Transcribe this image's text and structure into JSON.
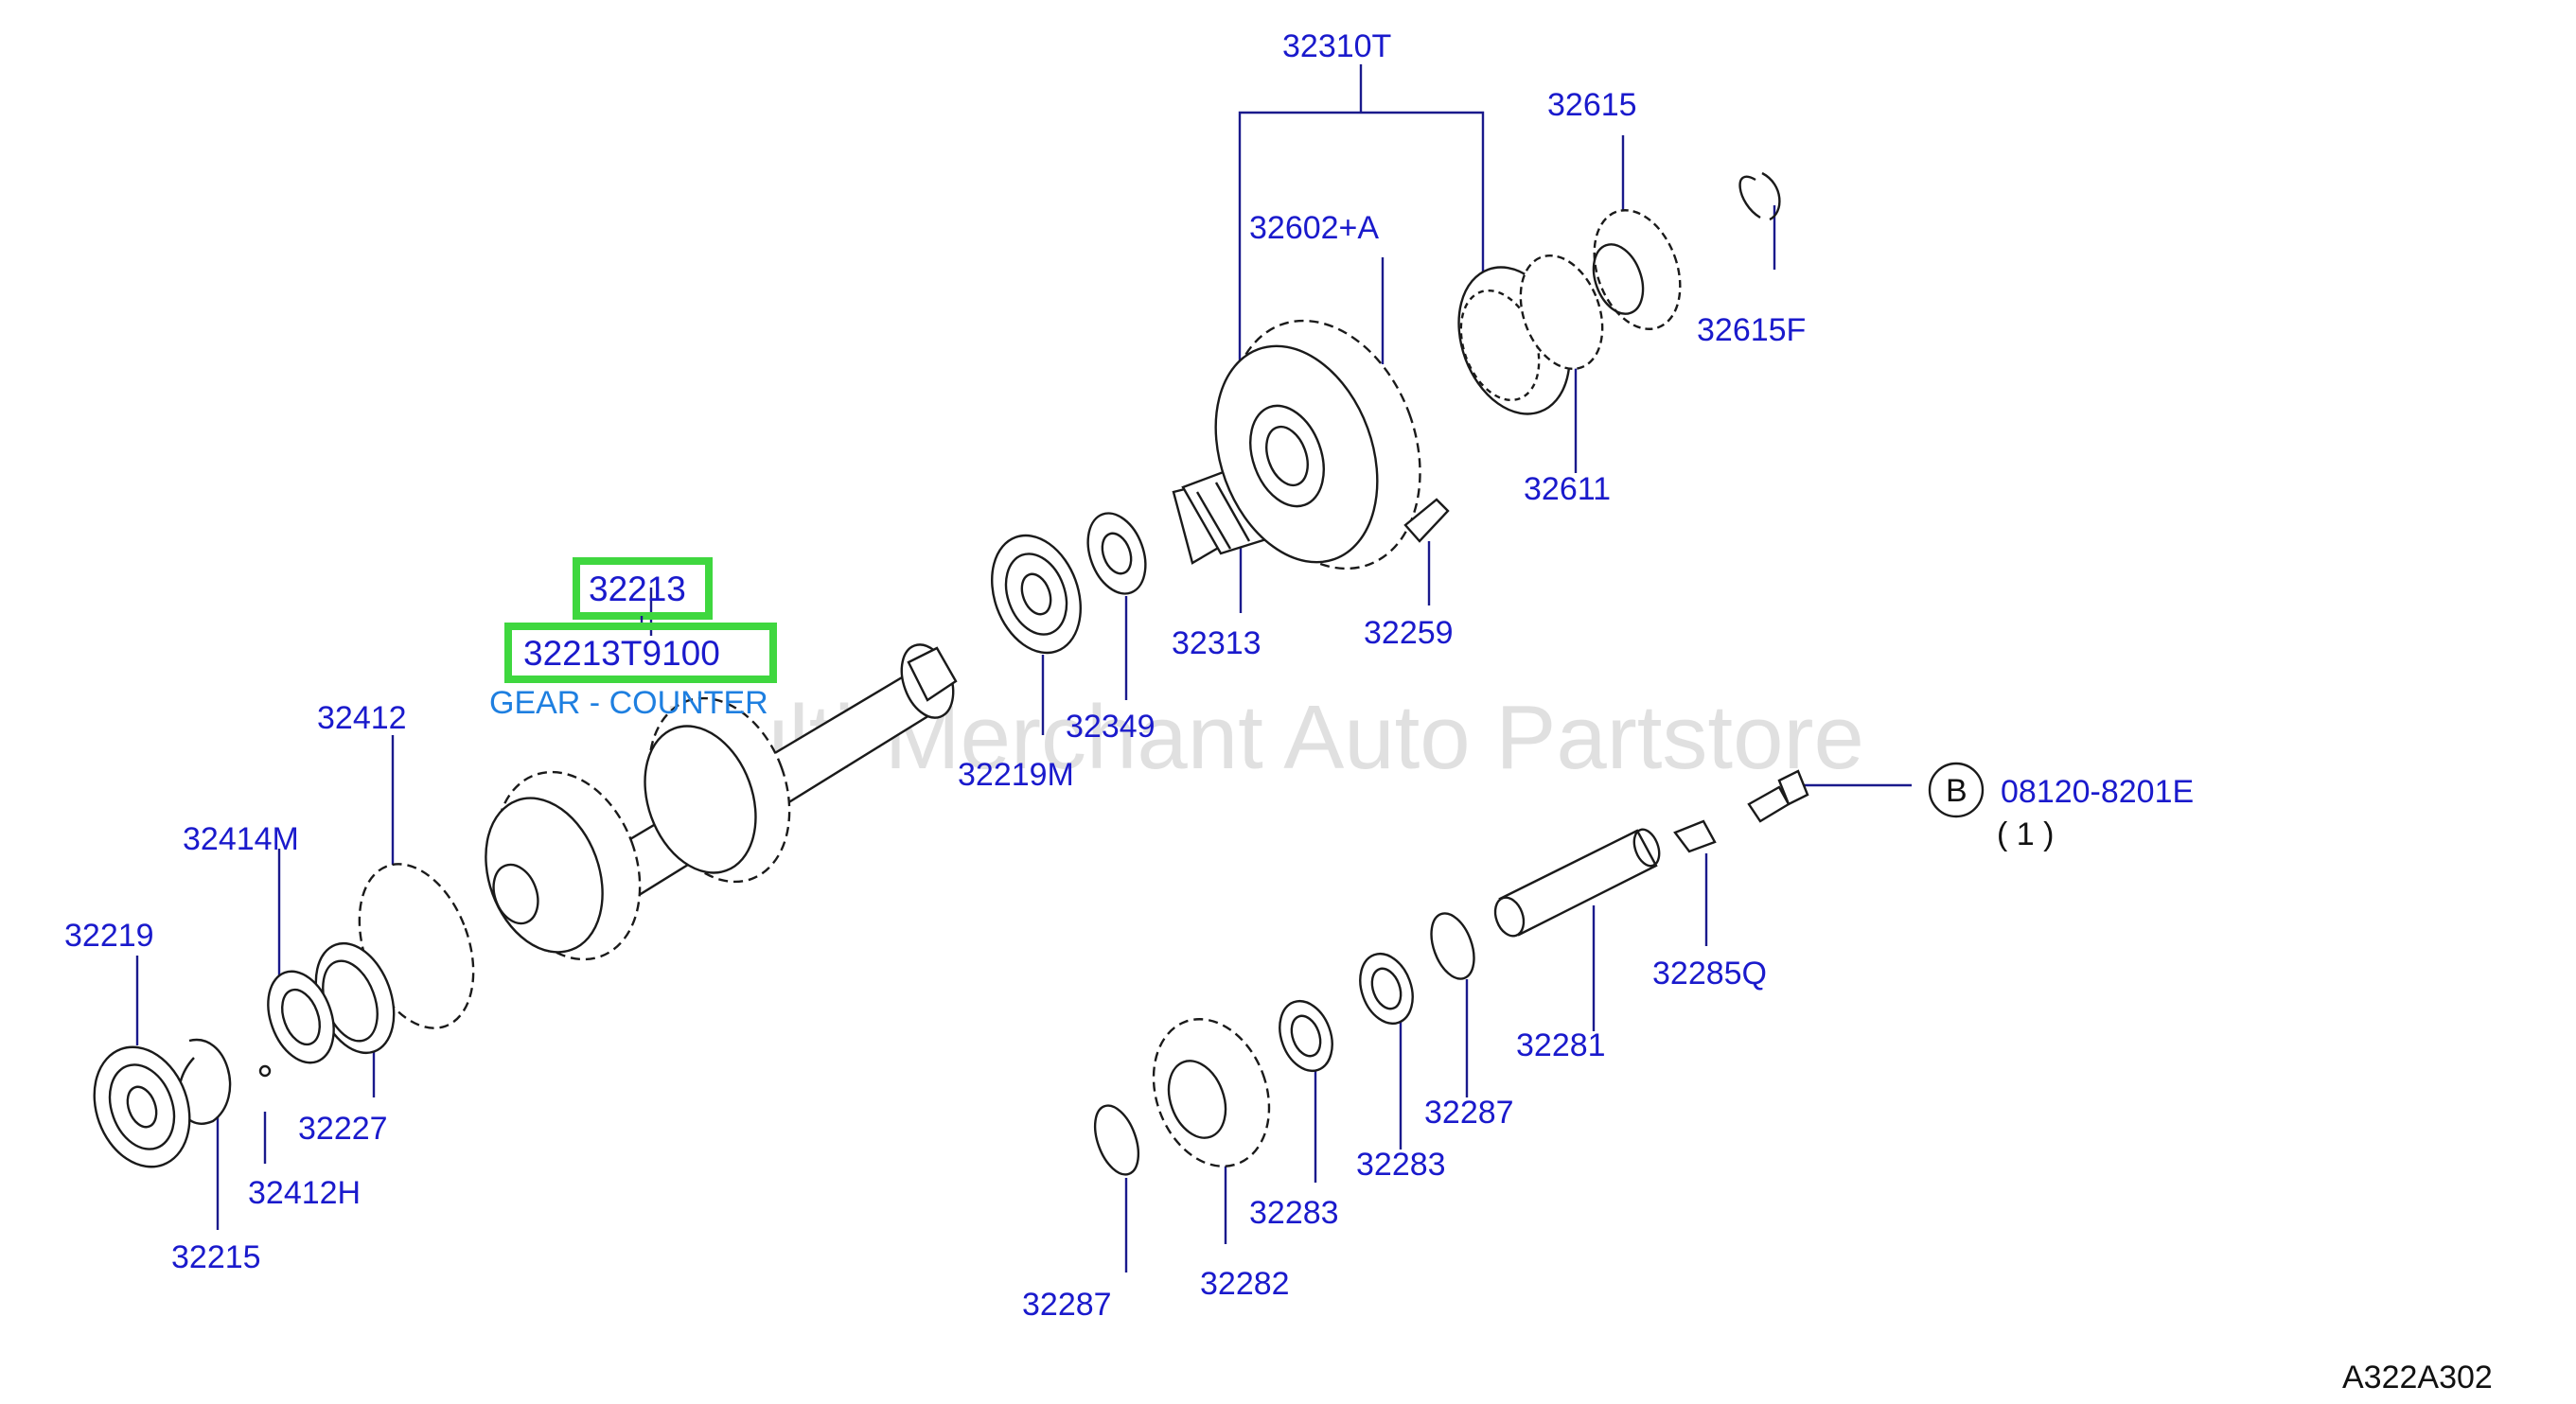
{
  "diagram_code": "A322A302",
  "watermark": "Multi-Merchant Auto Partstore",
  "highlight": {
    "part_number": "32213",
    "full_part_number": "32213T9100",
    "description": "GEAR - COUNTER"
  },
  "bolt_callout": {
    "circle_label": "B",
    "part_number": "08120-8201E",
    "quantity": "( 1 )"
  },
  "labels": [
    "32310T",
    "32615",
    "32602+A",
    "32615F",
    "32611",
    "32313",
    "32259",
    "32349",
    "32219M",
    "32412",
    "32414M",
    "32219",
    "32227",
    "32412H",
    "32215",
    "32285Q",
    "32281",
    "32287",
    "32283",
    "32283",
    "32282",
    "32287"
  ]
}
